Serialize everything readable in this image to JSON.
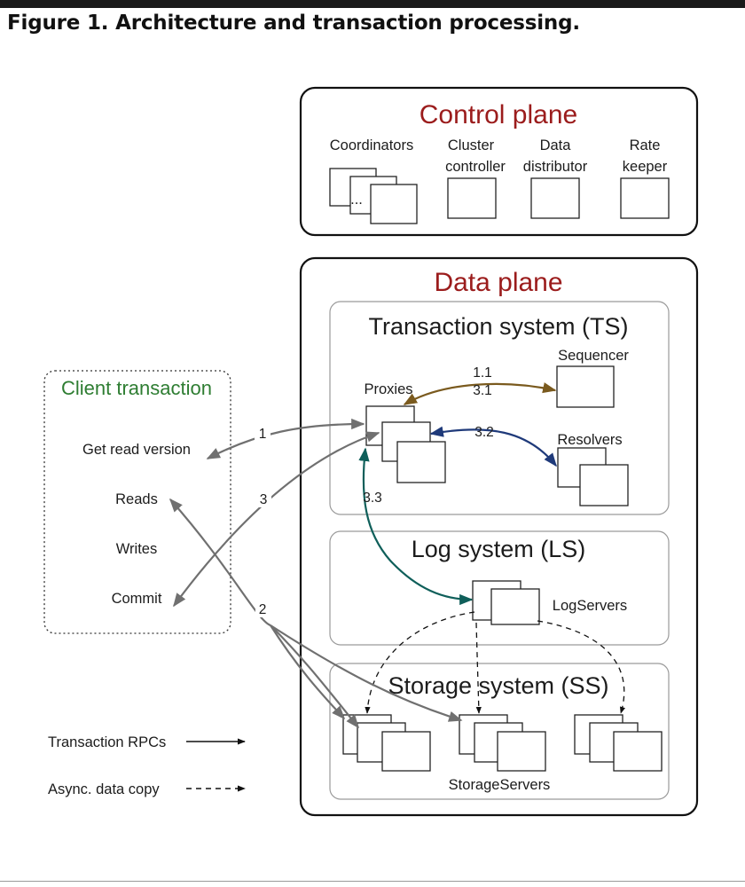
{
  "figure_title": "Figure 1. Architecture and transaction processing.",
  "control_plane": {
    "title": "Control plane",
    "components": [
      {
        "label_lines": [
          "Coordinators"
        ]
      },
      {
        "label_lines": [
          "Cluster",
          "controller"
        ]
      },
      {
        "label_lines": [
          "Data",
          "distributor"
        ]
      },
      {
        "label_lines": [
          "Rate",
          "keeper"
        ]
      }
    ],
    "ellipsis": "..."
  },
  "data_plane": {
    "title": "Data plane",
    "transaction_system": {
      "title": "Transaction system (TS)",
      "proxies_label": "Proxies",
      "sequencer_label": "Sequencer",
      "resolvers_label": "Resolvers"
    },
    "log_system": {
      "title": "Log system (LS)",
      "logservers_label": "LogServers"
    },
    "storage_system": {
      "title": "Storage system (SS)",
      "storageservers_label": "StorageServers"
    }
  },
  "client_transaction": {
    "title": "Client transaction",
    "steps": [
      "Get read version",
      "Reads",
      "Writes",
      "Commit"
    ]
  },
  "step_labels": {
    "s1": "1",
    "s2": "2",
    "s3": "3",
    "s11": "1.1",
    "s31": "3.1",
    "s32": "3.2",
    "s33": "3.3"
  },
  "legend": {
    "rpc_label": "Transaction RPCs",
    "async_label": "Async. data copy"
  },
  "colors": {
    "control_plane_title": "#9b1c1c",
    "client_title": "#2e7d32",
    "sequencer_arrow": "#7a5a1e",
    "resolver_arrow": "#1f3a7a",
    "log_arrow": "#0f5f5a",
    "rpc_arrow": "#707070"
  }
}
